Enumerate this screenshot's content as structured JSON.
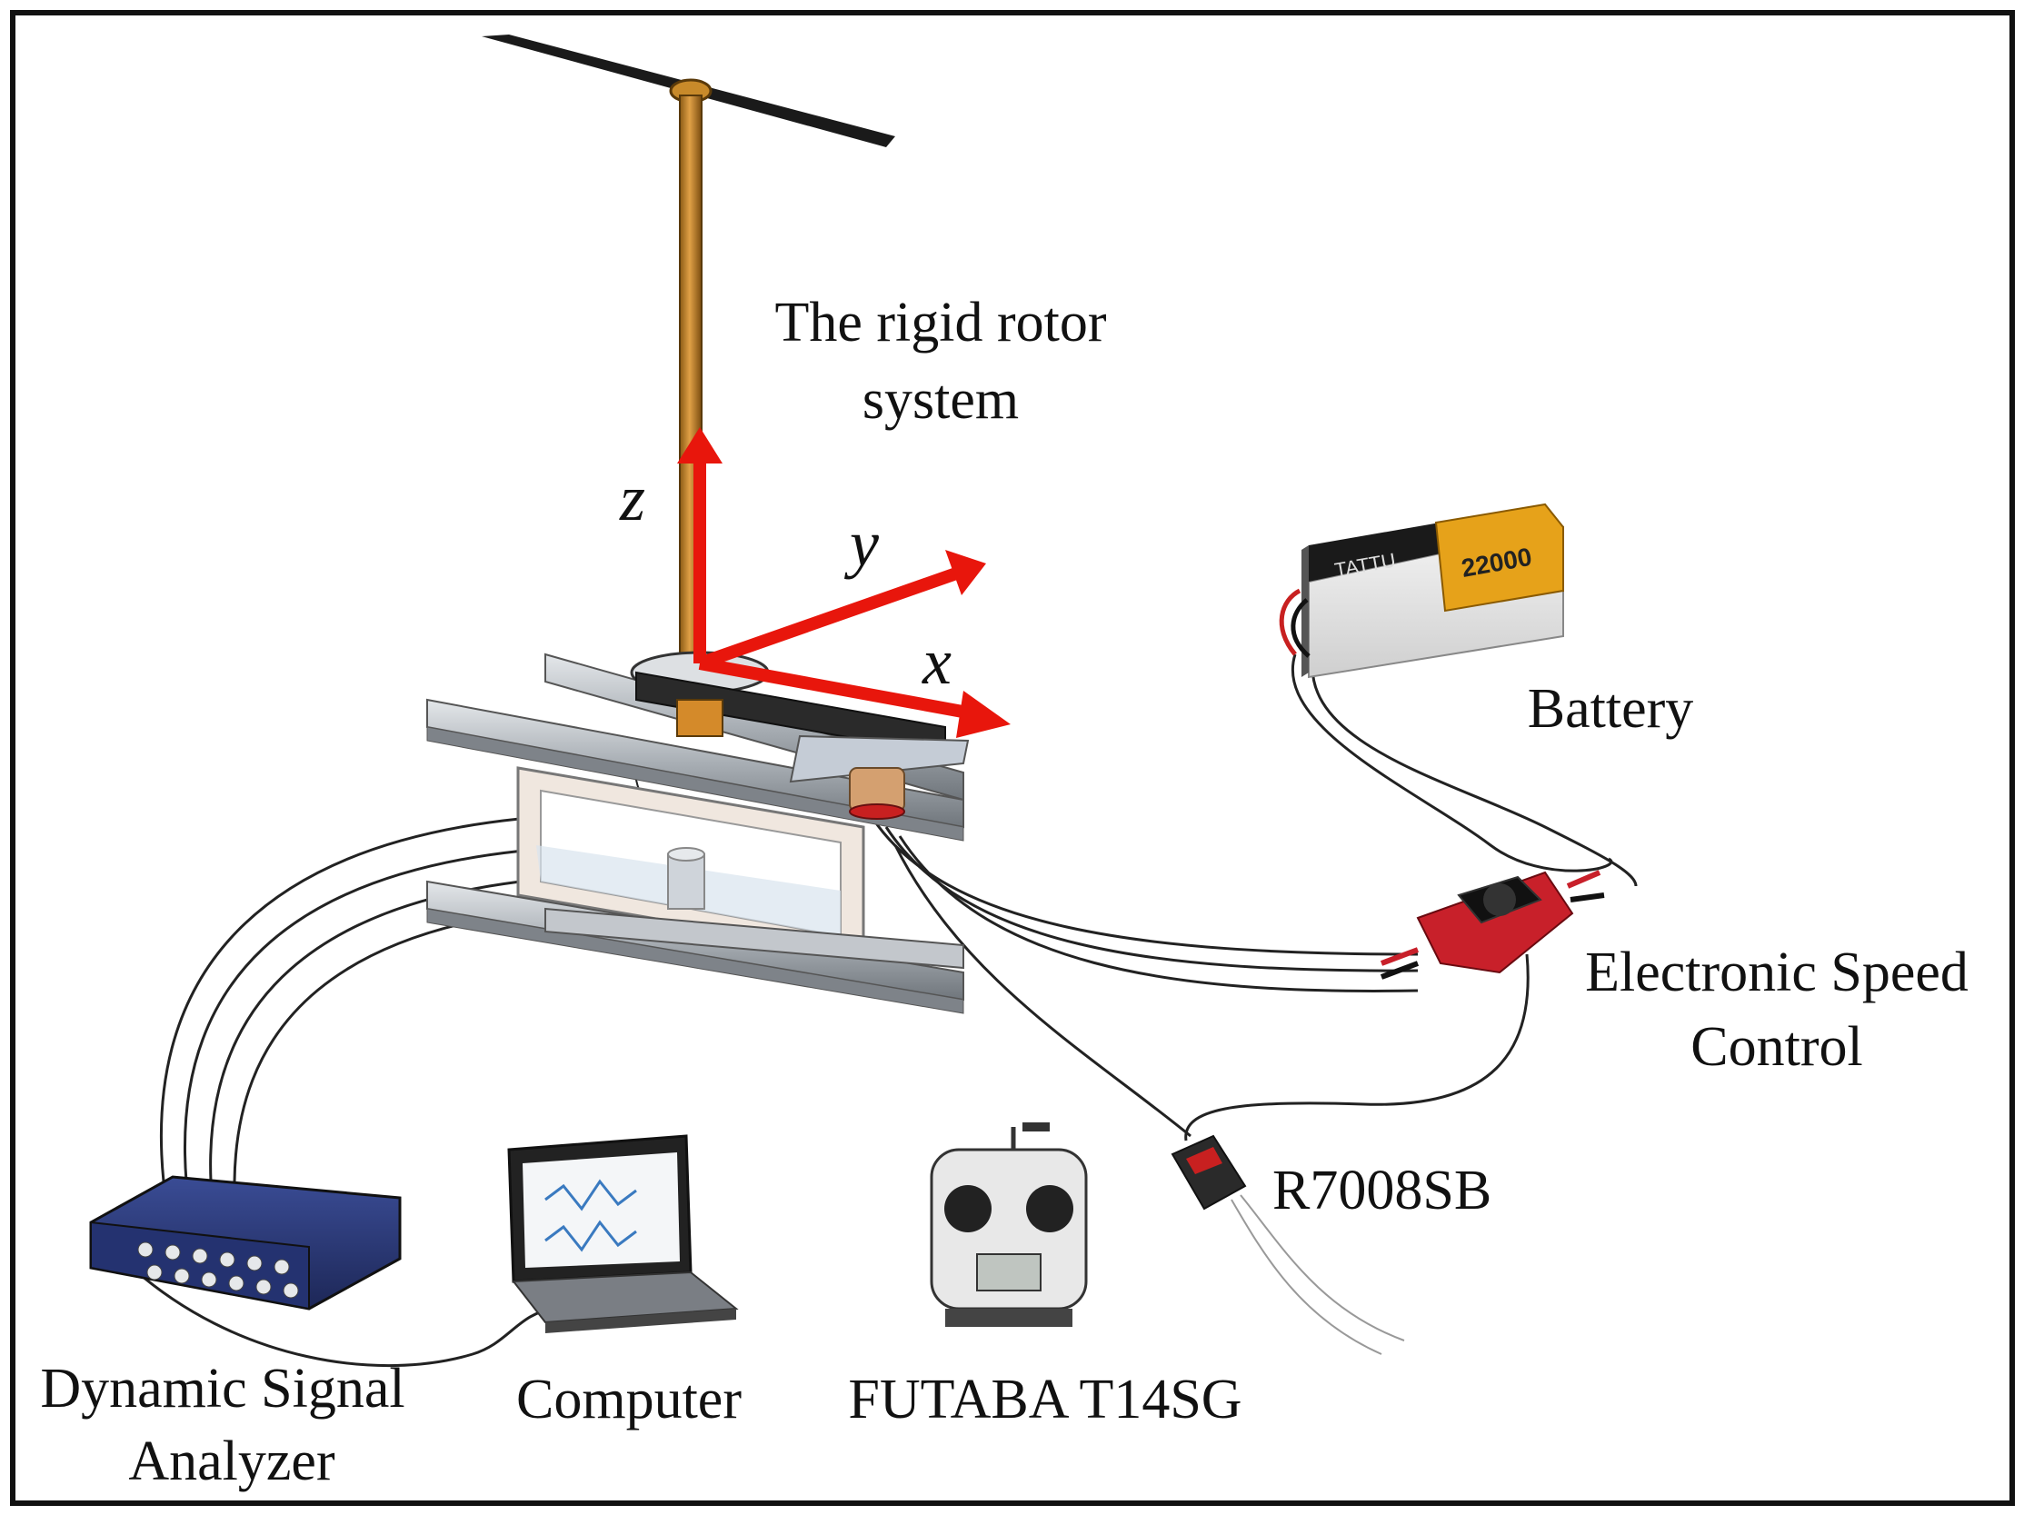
{
  "diagram": {
    "labels": {
      "rotor_system_line1": "The rigid rotor",
      "rotor_system_line2": "system",
      "battery": "Battery",
      "esc_line1": "Electronic Speed",
      "esc_line2": "Control",
      "receiver": "R7008SB",
      "transmitter": "FUTABA T14SG",
      "computer": "Computer",
      "analyzer_line1": "Dynamic Signal",
      "analyzer_line2": "Analyzer"
    },
    "axes": {
      "x": "x",
      "y": "y",
      "z": "z"
    },
    "battery_print": {
      "brand": "TATTU",
      "capacity": "22000"
    },
    "colors": {
      "axis_red": "#e8160c",
      "rotor_shaft": "#c88a2a",
      "frame": "#b5bac0",
      "esc_red": "#c8202a",
      "battery_yellow": "#e6a21a",
      "analyzer_blue": "#2b3a7a",
      "border": "#111111"
    }
  }
}
